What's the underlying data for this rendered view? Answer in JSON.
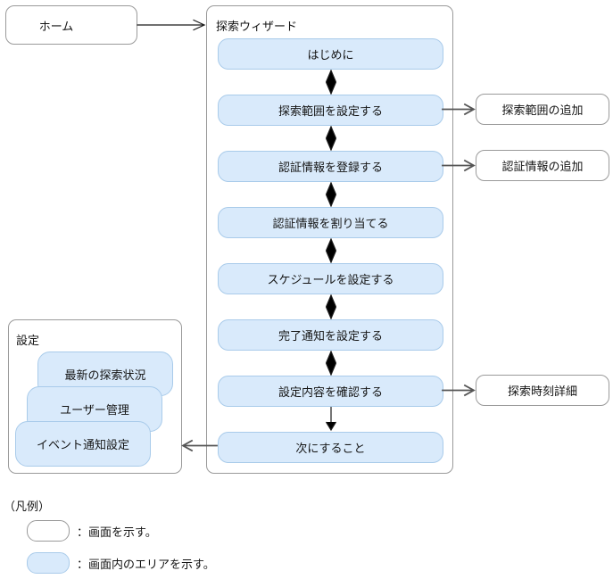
{
  "home": {
    "label": "ホーム"
  },
  "wizard": {
    "title": "探索ウィザード",
    "steps": [
      {
        "label": "はじめに"
      },
      {
        "label": "探索範囲を設定する"
      },
      {
        "label": "認証情報を登録する"
      },
      {
        "label": "認証情報を割り当てる"
      },
      {
        "label": "スケジュールを設定する"
      },
      {
        "label": "完了通知を設定する"
      },
      {
        "label": "設定内容を確認する"
      },
      {
        "label": "次にすること"
      }
    ]
  },
  "side_screens": [
    {
      "label": "探索範囲の追加"
    },
    {
      "label": "認証情報の追加"
    },
    {
      "label": "探索時刻詳細"
    }
  ],
  "settings": {
    "title": "設定",
    "areas": [
      {
        "label": "最新の探索状況"
      },
      {
        "label": "ユーザー管理"
      },
      {
        "label": "イベント通知設定"
      }
    ]
  },
  "legend": {
    "title": "（凡例）",
    "items": [
      {
        "label": "：画面を示す。"
      },
      {
        "label": "：画面内のエリアを示す。"
      }
    ]
  },
  "colors": {
    "area_fill": "#D9EAFB",
    "area_border": "#A9CBEA",
    "screen_border": "#9A9A9A",
    "arrow_dark": "#1a1a1a",
    "arrow_gray": "#555555"
  }
}
